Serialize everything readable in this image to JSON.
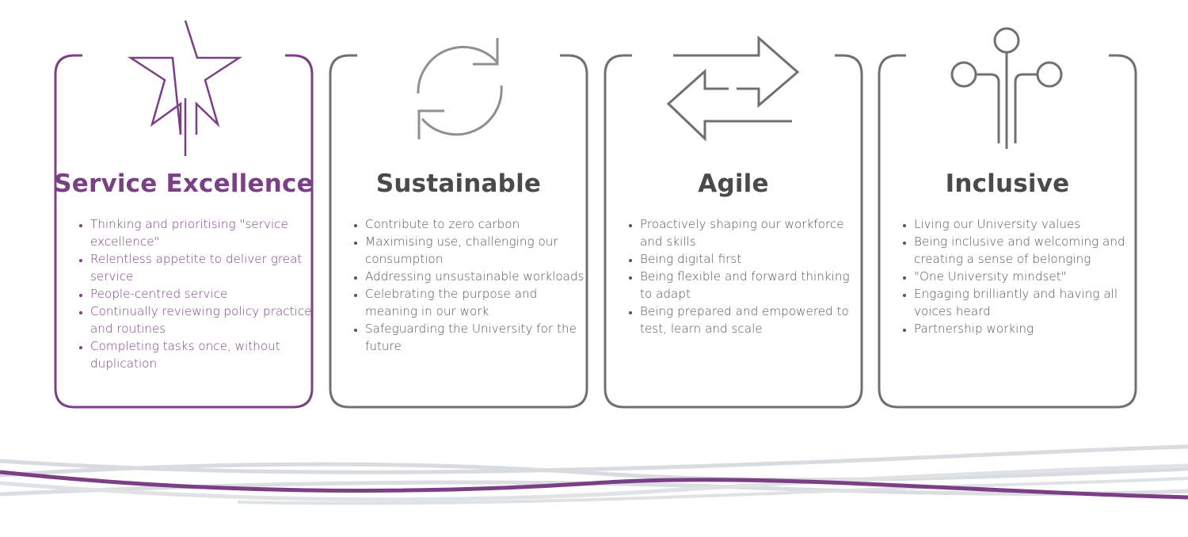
{
  "colors": {
    "accent": "#7b3f86",
    "neutral_stroke": "#707070",
    "icon_grey": "#8f8f8f",
    "wave_grey": "#d5d8dc"
  },
  "cards": [
    {
      "title": "Service Excellence",
      "icon": "star-icon",
      "items": [
        "Thinking and prioritising \"service excellence\"",
        "Relentless appetite to deliver great service",
        "People-centred service",
        "Continually reviewing policy practice and routines",
        "Completing tasks once, without duplication"
      ]
    },
    {
      "title": "Sustainable",
      "icon": "refresh-cycle-icon",
      "items": [
        "Contribute to zero carbon",
        "Maximising use, challenging our consumption",
        "Addressing unsustainable workloads",
        "Celebrating the purpose and meaning in our work",
        "Safeguarding the University for the future"
      ]
    },
    {
      "title": "Agile",
      "icon": "swap-arrows-icon",
      "items": [
        "Proactively shaping our workforce and skills",
        "Being digital first",
        "Being flexible and forward thinking to adapt",
        "Being prepared and empowered to test, learn and scale"
      ]
    },
    {
      "title": "Inclusive",
      "icon": "network-nodes-icon",
      "items": [
        "Living our University values",
        "Being inclusive and welcoming and creating a sense of belonging",
        " \"One University mindset\"",
        "Engaging brilliantly and having all voices heard",
        "Partnership working"
      ]
    }
  ]
}
